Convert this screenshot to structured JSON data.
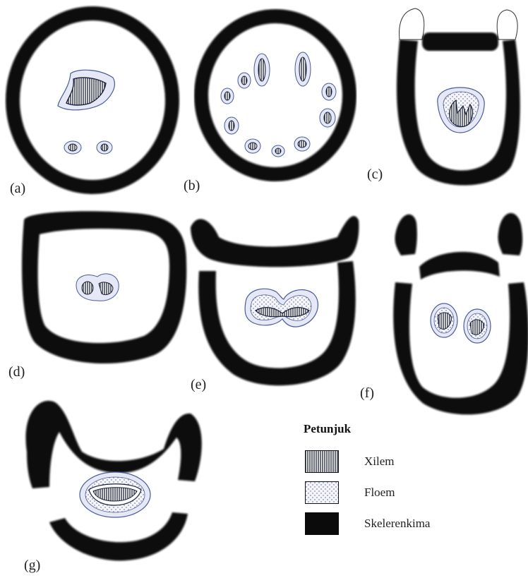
{
  "colors": {
    "sclerenchyma": "#0b0b0b",
    "bundle_outline": "#4a5a9a",
    "bundle_fill": "#e6e9f5",
    "xylem_stroke": "#1a1f3a"
  },
  "panels": [
    {
      "id": "a",
      "label": "(a)"
    },
    {
      "id": "b",
      "label": "(b)"
    },
    {
      "id": "c",
      "label": "(c)"
    },
    {
      "id": "d",
      "label": "(d)"
    },
    {
      "id": "e",
      "label": "(e)"
    },
    {
      "id": "f",
      "label": "(f)"
    },
    {
      "id": "g",
      "label": "(g)"
    }
  ],
  "legend": {
    "title": "Petunjuk",
    "items": [
      {
        "label": "Xilem",
        "pattern": "vertical-lines"
      },
      {
        "label": "Floem",
        "pattern": "dots"
      },
      {
        "label": "Skelerenkima",
        "pattern": "solid-black"
      }
    ]
  }
}
